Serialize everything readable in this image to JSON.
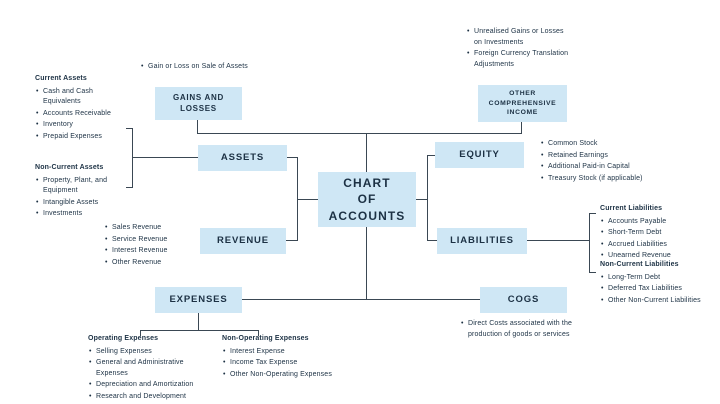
{
  "colors": {
    "node_fill": "#cfe7f5",
    "text": "#1c3144",
    "line": "#3a4753"
  },
  "center": {
    "label": "CHART\nOF\nACCOUNTS"
  },
  "nodes": {
    "gains_losses": {
      "label": "GAINS AND\nLOSSES"
    },
    "oci": {
      "label": "OTHER\nCOMPREHENSIVE\nINCOME"
    },
    "assets": {
      "label": "ASSETS"
    },
    "equity": {
      "label": "EQUITY"
    },
    "revenue": {
      "label": "REVENUE"
    },
    "liabilities": {
      "label": "LIABILITIES"
    },
    "expenses": {
      "label": "EXPENSES"
    },
    "cogs": {
      "label": "COGS"
    }
  },
  "lists": {
    "gains_losses": {
      "items": [
        "Gain or Loss on Sale of Assets"
      ]
    },
    "oci": {
      "items": [
        "Unrealised Gains or Losses on Investments",
        "Foreign Currency Translation Adjustments"
      ]
    },
    "current_assets": {
      "heading": "Current Assets",
      "items": [
        "Cash and Cash Equivalents",
        "Accounts Receivable",
        "Inventory",
        "Prepaid Expenses"
      ]
    },
    "non_current_assets": {
      "heading": "Non-Current Assets",
      "items": [
        "Property, Plant, and Equipment",
        "Intangible Assets",
        "Investments"
      ]
    },
    "equity": {
      "items": [
        "Common Stock",
        "Retained Earnings",
        "Additional Paid-in Capital",
        "Treasury Stock (if applicable)"
      ]
    },
    "revenue": {
      "items": [
        "Sales Revenue",
        "Service Revenue",
        "Interest Revenue",
        "Other Revenue"
      ]
    },
    "current_liabilities": {
      "heading": "Current Liabilities",
      "items": [
        "Accounts Payable",
        "Short-Term Debt",
        "Accrued Liabilities",
        "Unearned Revenue"
      ]
    },
    "non_current_liabilities": {
      "heading": "Non-Current Liabilities",
      "items": [
        "Long-Term Debt",
        "Deferred Tax Liabilities",
        "Other Non-Current Liabilities"
      ]
    },
    "operating_expenses": {
      "heading": "Operating Expenses",
      "items": [
        "Selling Expenses",
        "General and Administrative Expenses",
        "Depreciation and Amortization",
        "Research and Development"
      ]
    },
    "non_operating_expenses": {
      "heading": "Non-Operating Expenses",
      "items": [
        "Interest Expense",
        "Income Tax Expense",
        "Other Non-Operating Expenses"
      ]
    },
    "cogs": {
      "items": [
        "Direct Costs associated with the production of goods or services"
      ]
    }
  }
}
